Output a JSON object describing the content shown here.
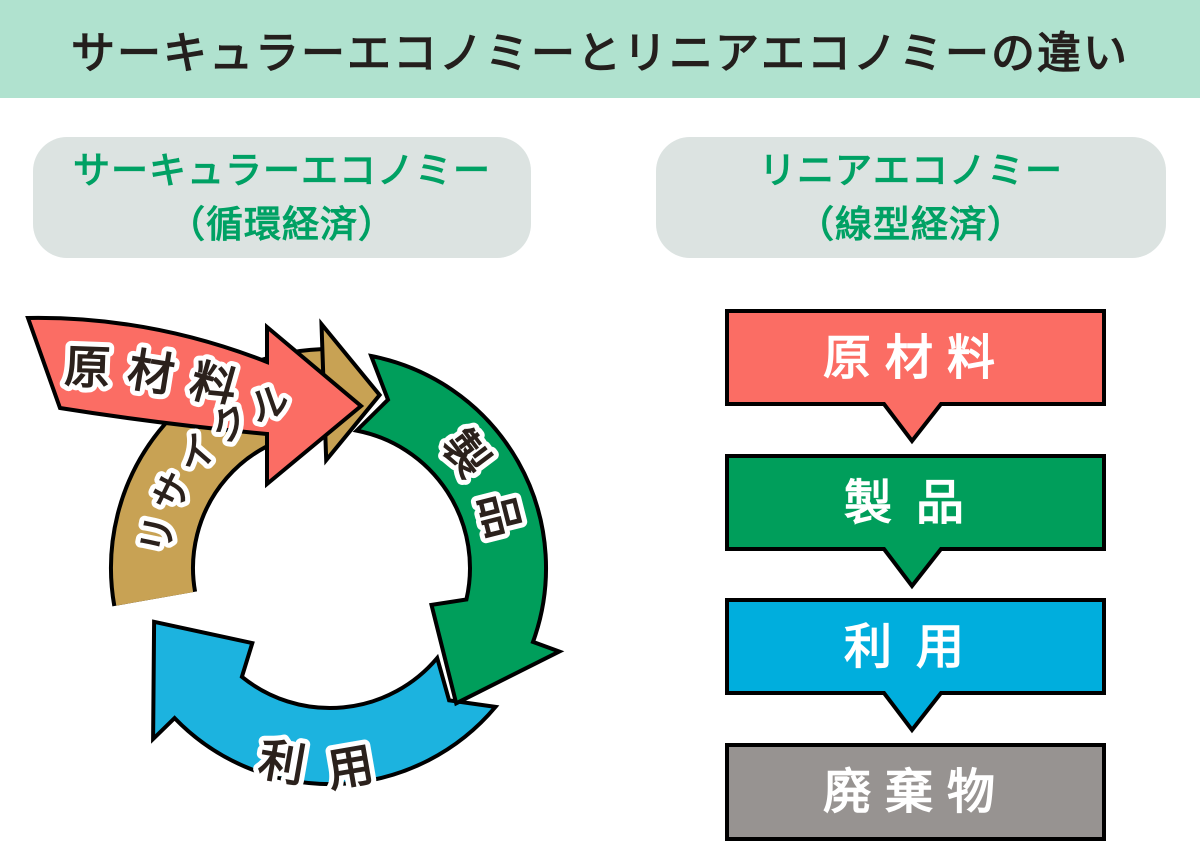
{
  "title": "サーキュラーエコノミーとリニアエコノミーの違い",
  "left_panel": {
    "heading_line1": "サーキュラーエコノミー",
    "heading_line2": "（循環経済）",
    "cycle": [
      {
        "label": "原材料",
        "color": "#fb6d64"
      },
      {
        "label": "製品",
        "color": "#009e5b"
      },
      {
        "label": "利用",
        "color": "#1cb3df"
      },
      {
        "label": "リサイクル",
        "color": "#c8a254"
      }
    ]
  },
  "right_panel": {
    "heading_line1": "リニアエコノミー",
    "heading_line2": "（線型経済）",
    "steps": [
      {
        "label": "原材料",
        "color": "#fb6d64"
      },
      {
        "label": "製品",
        "color": "#009e5b"
      },
      {
        "label": "利用",
        "color": "#00aedd"
      },
      {
        "label": "廃棄物",
        "color": "#979391"
      }
    ]
  },
  "colors": {
    "banner_background": "#b0e2cf",
    "heading_pill_background": "#dce3e1",
    "heading_text_green": "#00a164",
    "title_text": "#241f1d",
    "arrow_outline": "#000000",
    "arc_label_text": "#2b211c",
    "arc_label_halo": "#ffffff"
  }
}
